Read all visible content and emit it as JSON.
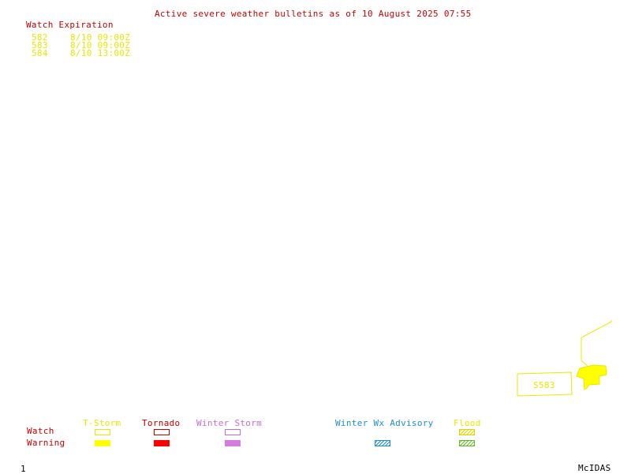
{
  "header": {
    "title": "Active severe weather bulletins as of 10 August 2025 07:55"
  },
  "watch_expiration": {
    "heading": "Watch Expiration",
    "rows": [
      {
        "id": "582",
        "time": "8/10 09:00Z"
      },
      {
        "id": "583",
        "time": "8/10 09:00Z"
      },
      {
        "id": "584",
        "time": "8/10 13:00Z"
      }
    ]
  },
  "map": {
    "watch_box_label": "S583"
  },
  "legend": {
    "columns": {
      "tstorm": "T-Storm",
      "tornado": "Tornado",
      "winter_storm": "Winter Storm",
      "winter_wx": "Winter Wx Advisory",
      "flood": "Flood"
    },
    "rows": {
      "watch": "Watch",
      "warning": "Warning"
    },
    "colors": {
      "tstorm": "#ffff00",
      "tornado": "#ff0000",
      "winter_storm": "#d77be0",
      "winter_wx": "#1f8fd0",
      "flood": "#66b82a",
      "label_red": "#cc0000"
    }
  },
  "footer": {
    "frame_number": "1",
    "brand": "McIDAS"
  }
}
